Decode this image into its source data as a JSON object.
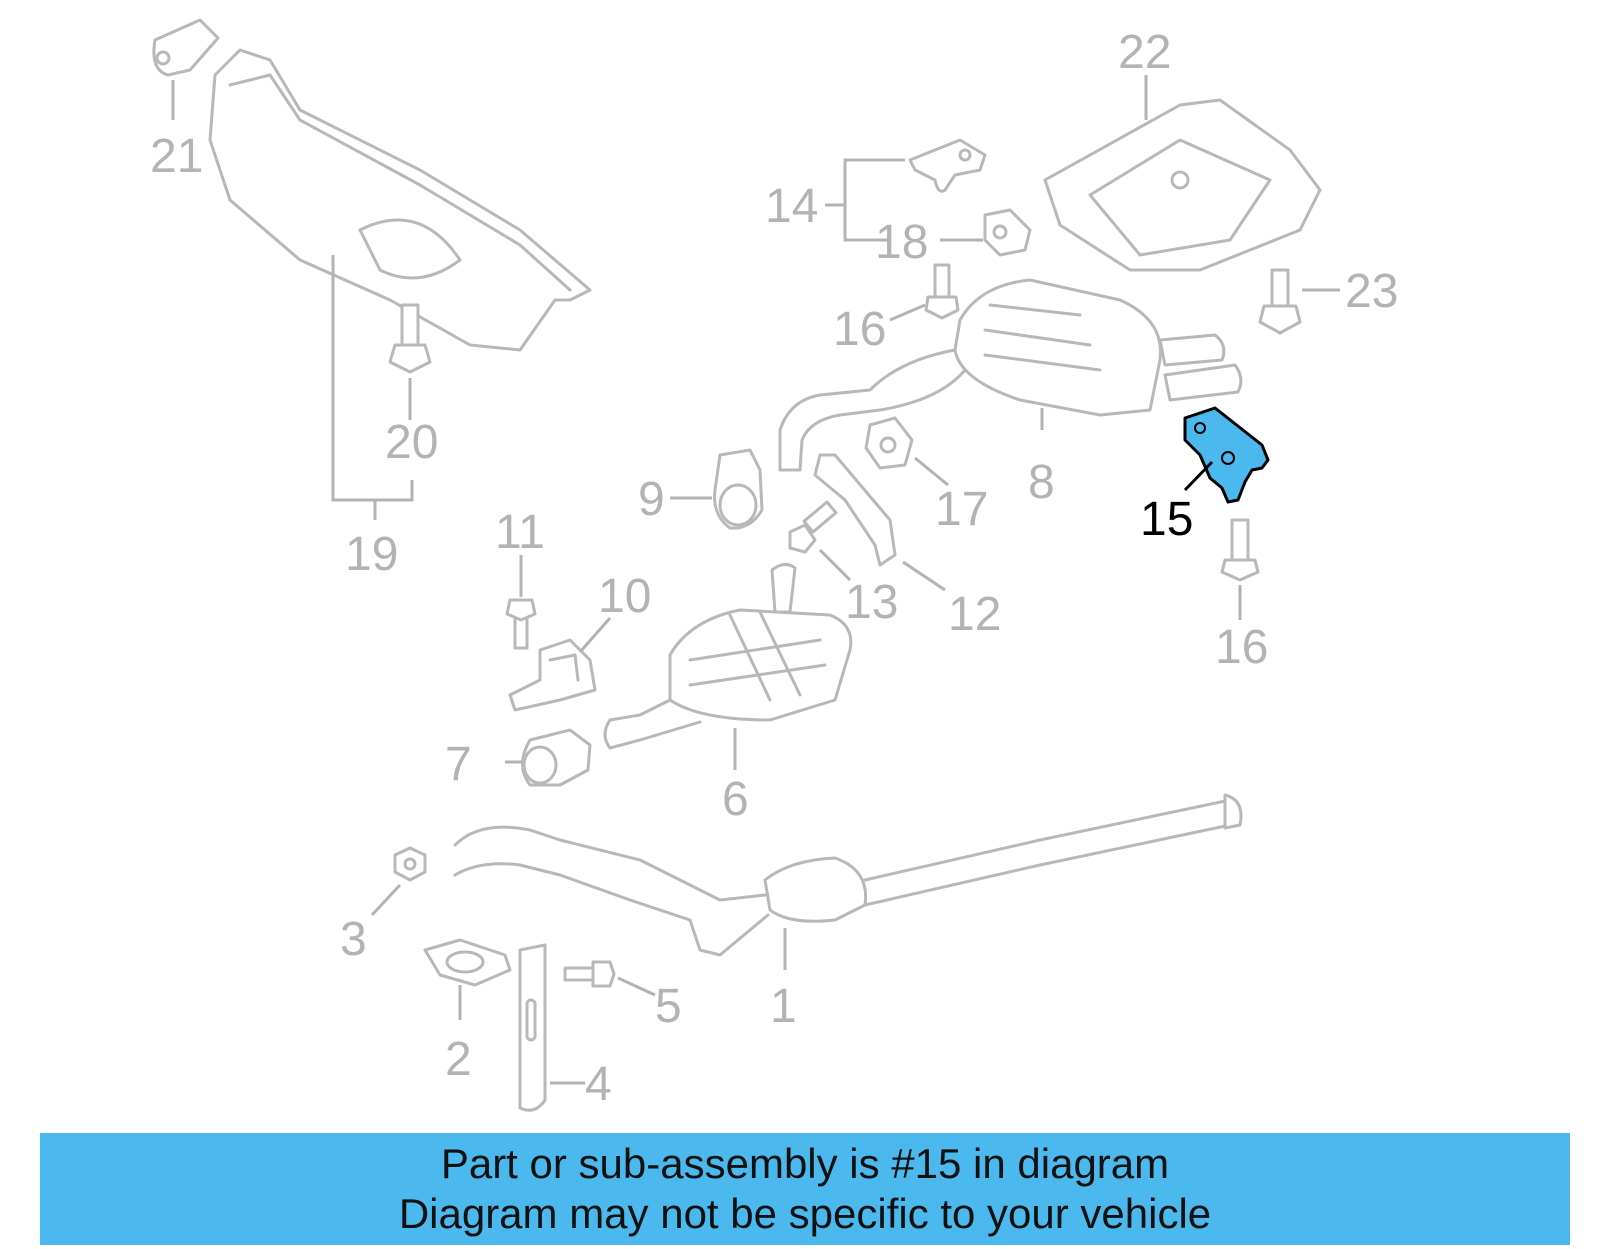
{
  "labels": {
    "p1": "1",
    "p2": "2",
    "p3": "3",
    "p4": "4",
    "p5": "5",
    "p6": "6",
    "p7": "7",
    "p8": "8",
    "p9": "9",
    "p10": "10",
    "p11": "11",
    "p12": "12",
    "p13": "13",
    "p14": "14",
    "p15": "15",
    "p16a": "16",
    "p16b": "16",
    "p17": "17",
    "p18": "18",
    "p19": "19",
    "p20": "20",
    "p21": "21",
    "p22": "22",
    "p23": "23"
  },
  "highlight": {
    "part_number": "15",
    "color": "#4bb8ee"
  },
  "banner": {
    "line1": "Part or sub-assembly is #15 in diagram",
    "line2": "Diagram may not be specific to your vehicle",
    "color": "#4bb8ee"
  }
}
